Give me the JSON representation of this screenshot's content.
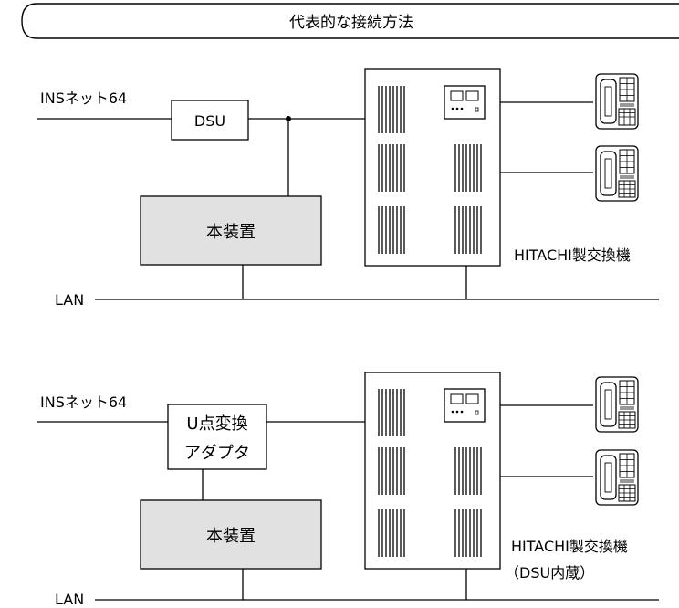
{
  "title": "代表的な接続方法",
  "diagram_top": {
    "isdn_label": "INSネット64",
    "dsu_label": "DSU",
    "device_label": "本装置",
    "pbx_label": "HITACHI製交換機",
    "lan_label": "LAN"
  },
  "diagram_bottom": {
    "isdn_label": "INSネット64",
    "adapter_line1": "U点変換",
    "adapter_line2": "アダプタ",
    "device_label": "本装置",
    "pbx_label_line1": "HITACHI製交換機",
    "pbx_label_line2": "（DSU内蔵）",
    "lan_label": "LAN"
  },
  "colors": {
    "device_fill": "#e1e1e1",
    "line": "#000000"
  }
}
